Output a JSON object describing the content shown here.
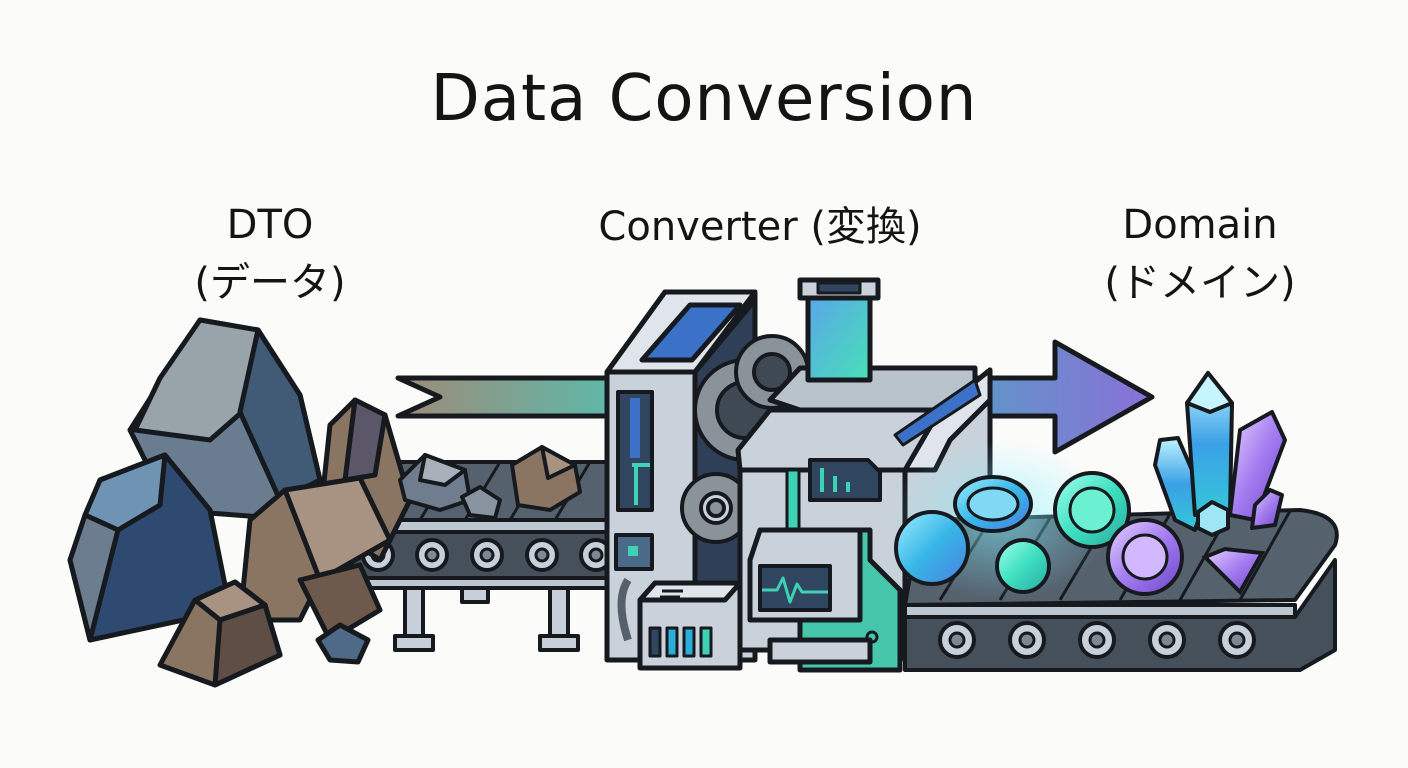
{
  "title": "Data Conversion",
  "stages": [
    {
      "id": "dto",
      "line1": "DTO",
      "line2": "(データ)",
      "visual": "raw rocks"
    },
    {
      "id": "converter",
      "line1": "Converter (変換)",
      "visual": "machine with gears and monitors"
    },
    {
      "id": "domain",
      "line1": "Domain",
      "line2": "(ドメイン)",
      "visual": "polished gems and crystals"
    }
  ],
  "flow": {
    "direction": "left-to-right",
    "arrow_from": "dto",
    "arrow_to": "domain"
  },
  "colors": {
    "background": "#fbfbf9",
    "outline": "#161a1f",
    "rock_blue": "#4b5d78",
    "rock_brown": "#8a7562",
    "belt": "#4f5a66",
    "machine": "#c9d2da",
    "screen": "#2f4560",
    "teal": "#3fd1b4",
    "gem_blue": "#38b6e8",
    "gem_purple": "#9a6be0",
    "arrow_start": "#9a8573",
    "arrow_end": "#8a72d8"
  }
}
